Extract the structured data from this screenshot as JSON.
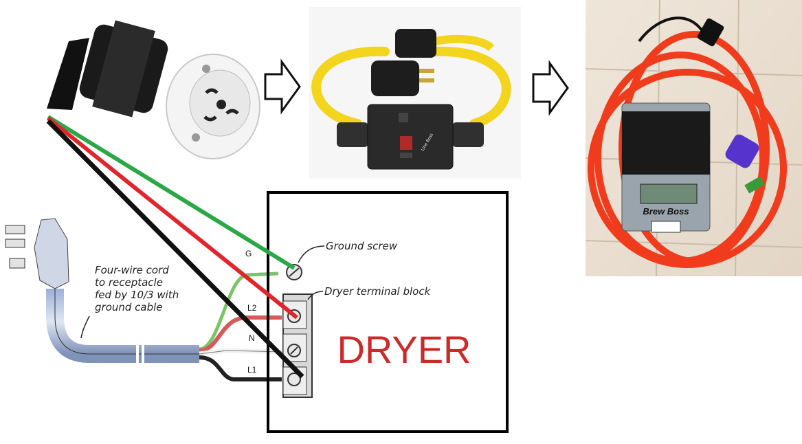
{
  "labels": {
    "ground_screw": "Ground screw",
    "terminal_block": "Dryer terminal block",
    "cord_line1": "Four-wire cord",
    "cord_line2": "to receptacle",
    "cord_line3": "fed by 10/3 with",
    "cord_line4": "ground cable",
    "g": "G",
    "l2": "L2",
    "n": "N",
    "l1": "L1",
    "dryer": "DRYER",
    "brand": "Brew Boss"
  },
  "colors": {
    "ground_wire": "#2aa845",
    "hot_wire": "#e0262c",
    "neutral_wire": "#111111",
    "dryer_text": "#cc2a2a",
    "cord_yellow": "#f2d51c",
    "cord_red": "#f03c1c"
  }
}
